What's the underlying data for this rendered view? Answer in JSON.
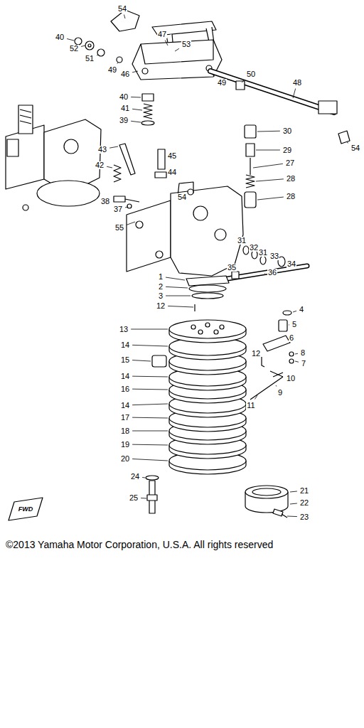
{
  "diagram": {
    "labels": [
      "54",
      "40",
      "52",
      "51",
      "49",
      "47",
      "53",
      "46",
      "49",
      "50",
      "48",
      "40",
      "41",
      "39",
      "30",
      "54",
      "43",
      "45",
      "29",
      "42",
      "44",
      "27",
      "28",
      "54",
      "38",
      "37",
      "28",
      "55",
      "31",
      "32",
      "31",
      "33",
      "34",
      "35",
      "36",
      "1",
      "2",
      "3",
      "12",
      "4",
      "13",
      "5",
      "6",
      "14",
      "8",
      "12",
      "15",
      "7",
      "14",
      "10",
      "16",
      "9",
      "14",
      "11",
      "17",
      "18",
      "19",
      "20",
      "24",
      "21",
      "25",
      "22",
      "23",
      "FWD",
      "©2013 Yamaha Motor Corporation, U.S.A. All rights reserved"
    ]
  }
}
